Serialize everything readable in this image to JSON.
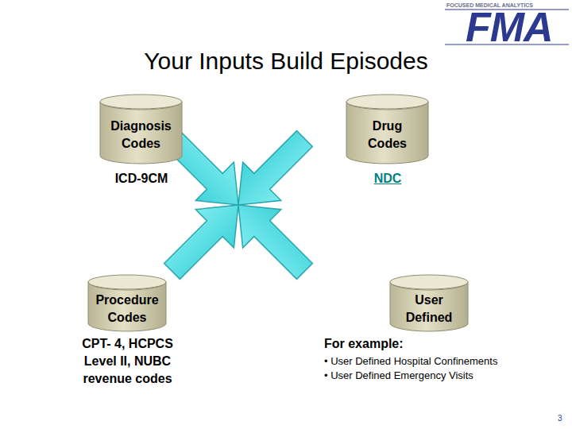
{
  "diagram": {
    "title": "Your Inputs Build Episodes",
    "nodes": [
      {
        "text": [
          "Diagnosis Codes",
          "ICD-9CM"
        ]
      },
      {
        "text": [
          "Drug Codes",
          "NDC"
        ]
      },
      {
        "text": [
          "Procedure Codes",
          "CPT- 4, HCPCS Level II, NUBC revenue codes"
        ]
      },
      {
        "text": [
          "User Defined",
          "For example:",
          "• User Defined Hospital Confinements",
          "• User Defined Emergency Visits"
        ]
      }
    ],
    "labels": [
      "FOCUSED MEDICAL ANALYTICS",
      "FMA",
      "3"
    ]
  }
}
